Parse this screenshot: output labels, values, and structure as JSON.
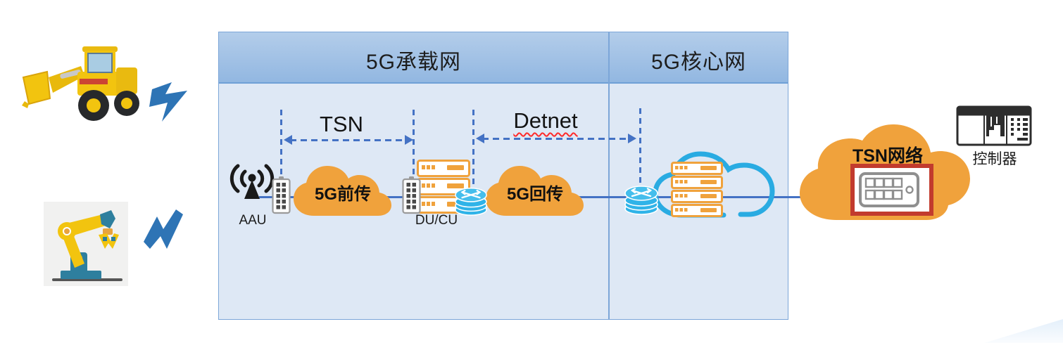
{
  "header": {
    "bearer": "5G承载网",
    "core": "5G核心网"
  },
  "spans": {
    "tsn": "TSN",
    "detnet": "Detnet"
  },
  "nodes": {
    "aau": "AAU",
    "ducu": "DU/CU",
    "fronthaul": "5G前传",
    "backhaul": "5G回传",
    "tsn_cloud": "TSN网络",
    "controller": "控制器"
  },
  "icons": {
    "left_top": "wheel-loader-image",
    "left_bottom": "robot-arm-icon",
    "links": "lightning-bolt-icon",
    "radio": "antenna-icon",
    "access_card": "interface-card-icon",
    "compute": "server-stack-icon",
    "routing": "router-icon",
    "core": "cloud-outline-icon",
    "tsn_device": "ethernet-switch-icon",
    "plc": "plc-controller-icon"
  },
  "colors": {
    "accent_blue": "#4472C4",
    "panel_border": "#7CA6D8",
    "panel_bg": "#DEE8F5",
    "header_top": "#B3CDEA",
    "header_bottom": "#92B7E1",
    "cloud_orange": "#F0A23C",
    "router_cyan": "#2FB3E8",
    "core_cloud_outline": "#29ABE2",
    "server_orange": "#F2A33C",
    "red_box_border": "#C23B2E",
    "bolt_blue": "#2E74B5",
    "detnet_underline": "#FF2A2A"
  }
}
